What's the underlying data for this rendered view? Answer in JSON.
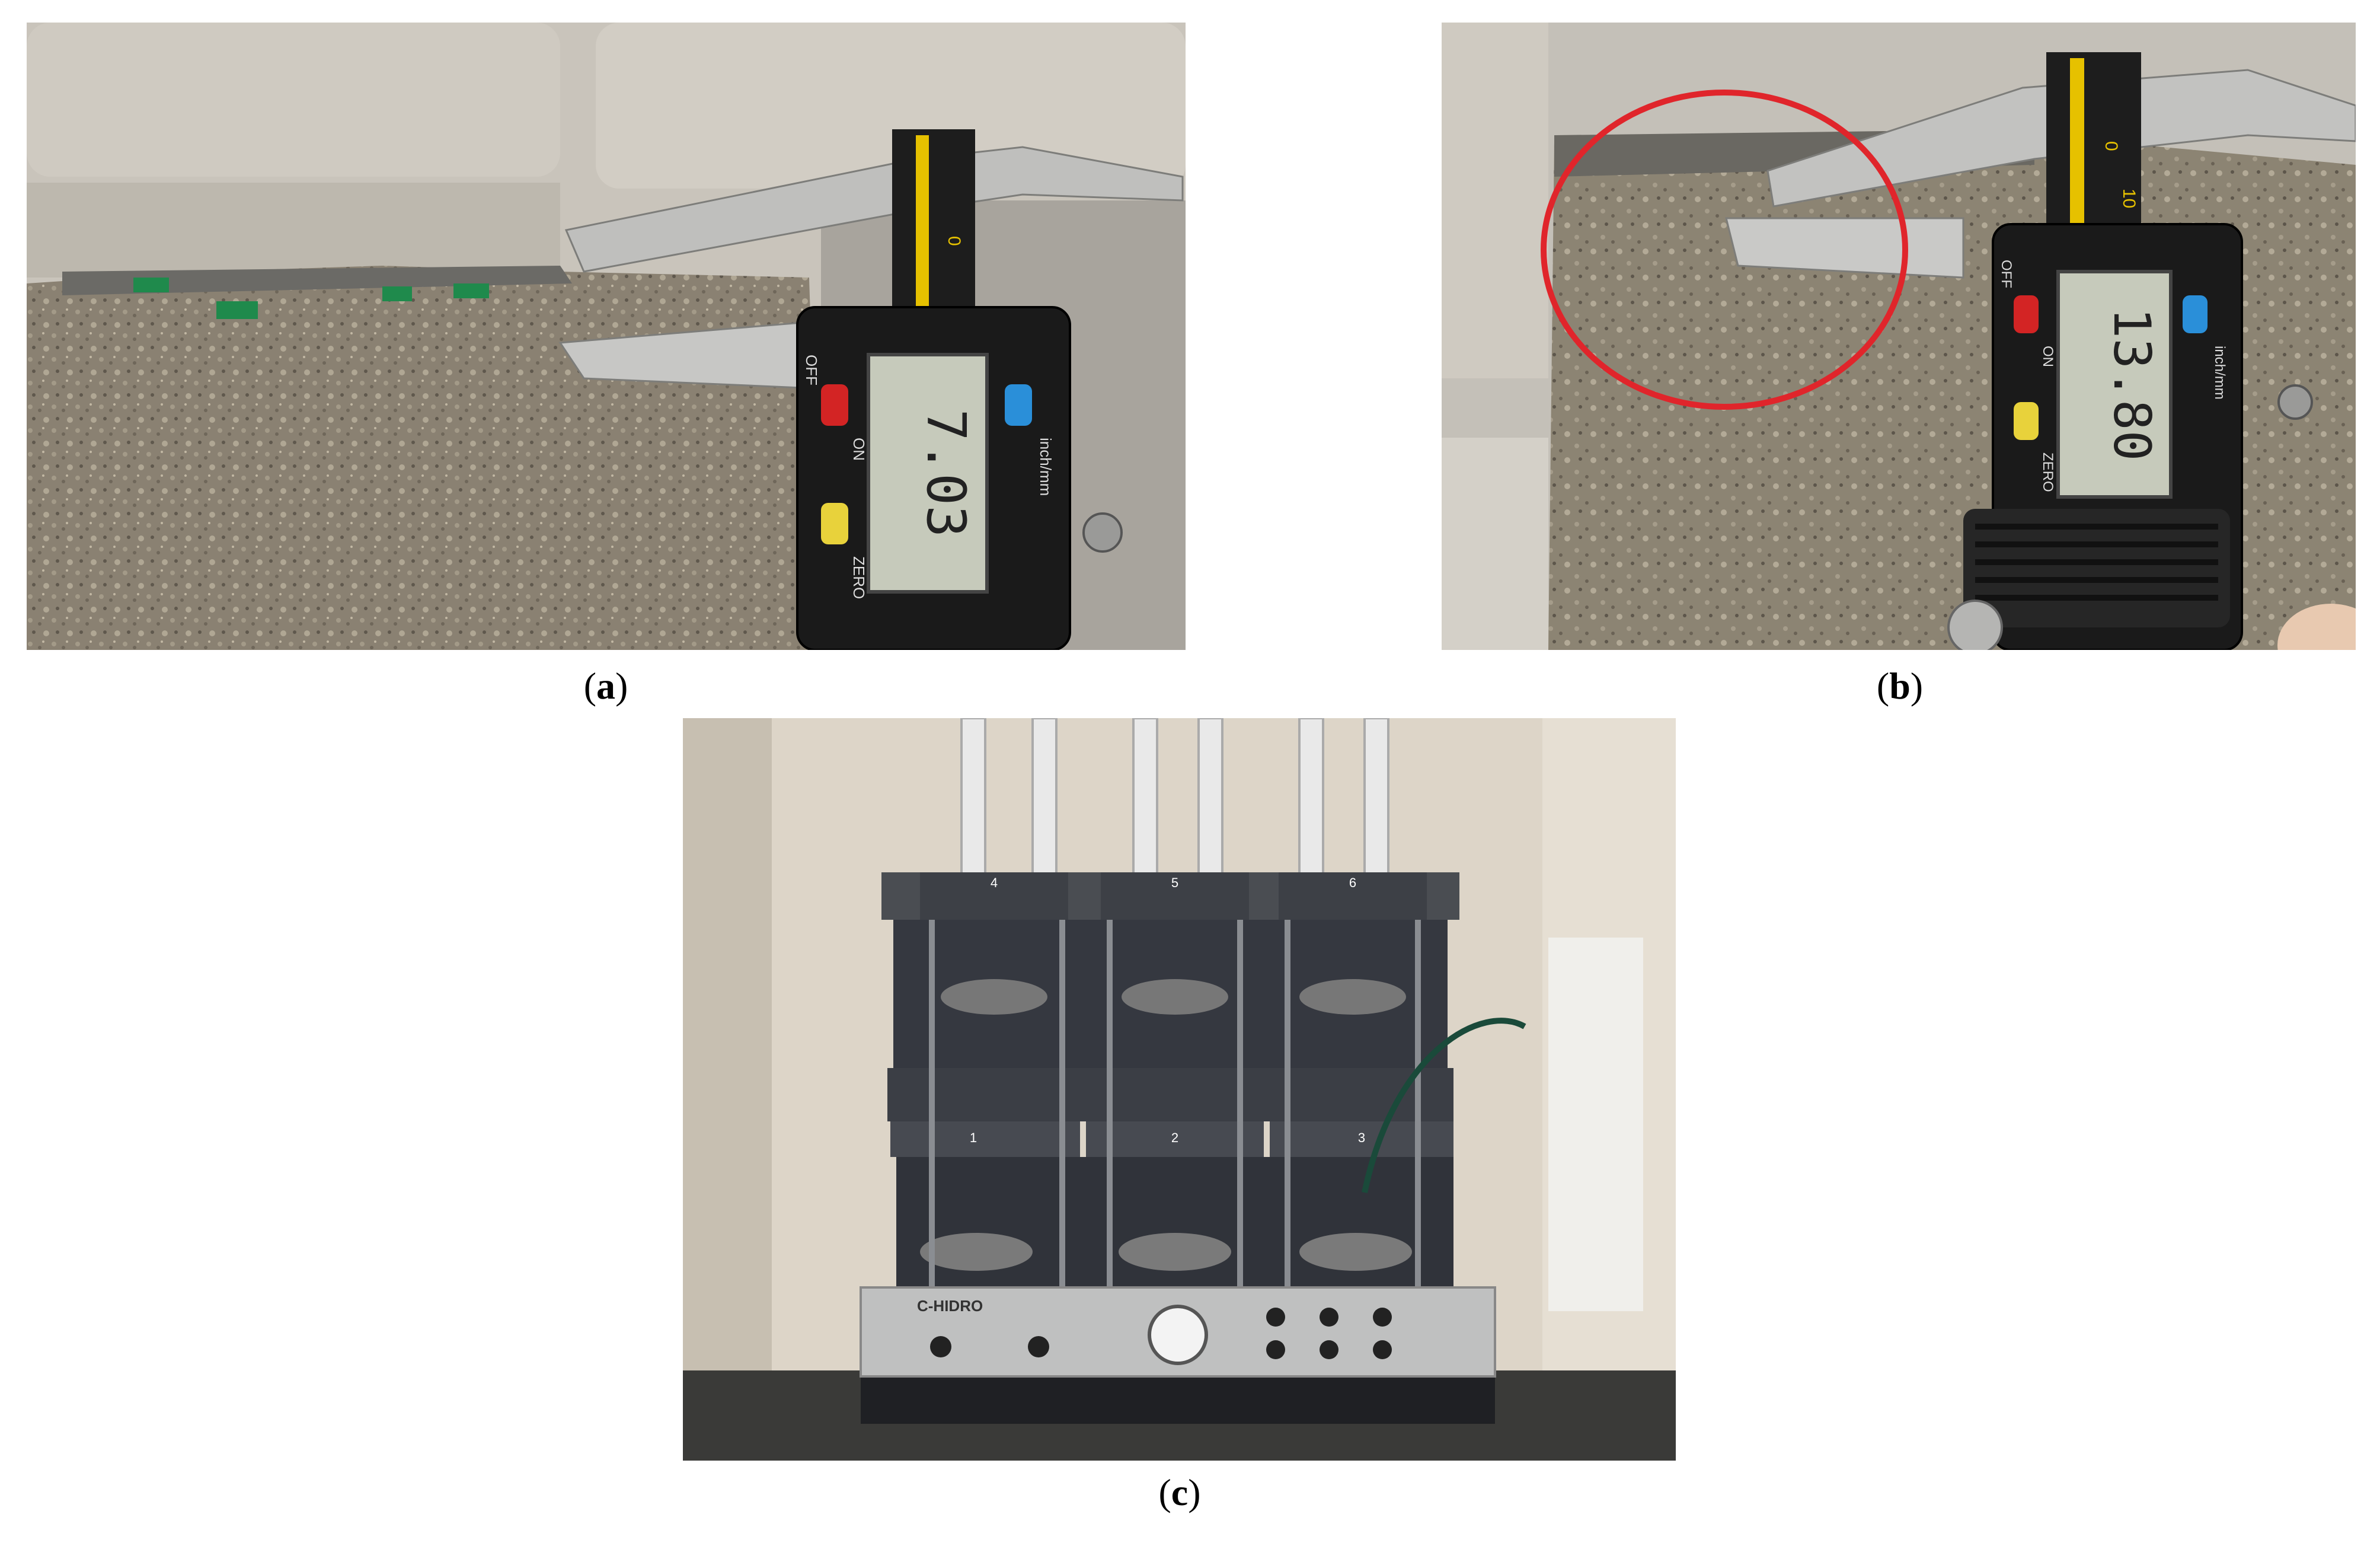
{
  "figure": {
    "panels": [
      {
        "id": "a",
        "caption_open": "(",
        "caption_letter": "a",
        "caption_close": ")",
        "caliper": {
          "reading": "7.03",
          "button_off": "OFF",
          "button_on": "ON",
          "button_zero": "ZERO",
          "button_unit": "inch/mm",
          "scale_mark": "0"
        }
      },
      {
        "id": "b",
        "caption_open": "(",
        "caption_letter": "b",
        "caption_close": ")",
        "caliper": {
          "reading": "13.80",
          "button_off": "OFF",
          "button_on": "ON",
          "button_zero": "ZERO",
          "button_unit": "inch/mm",
          "scale_mark_0": "0",
          "scale_mark_10": "10"
        },
        "highlight_color": "#e0252b"
      },
      {
        "id": "c",
        "caption_open": "(",
        "caption_letter": "c",
        "caption_close": ")",
        "machine": {
          "brand": "C-HIDRO",
          "cell_numbers_top": [
            "4",
            "5",
            "6"
          ],
          "cell_numbers_bottom": [
            "1",
            "2",
            "3"
          ]
        }
      }
    ]
  }
}
